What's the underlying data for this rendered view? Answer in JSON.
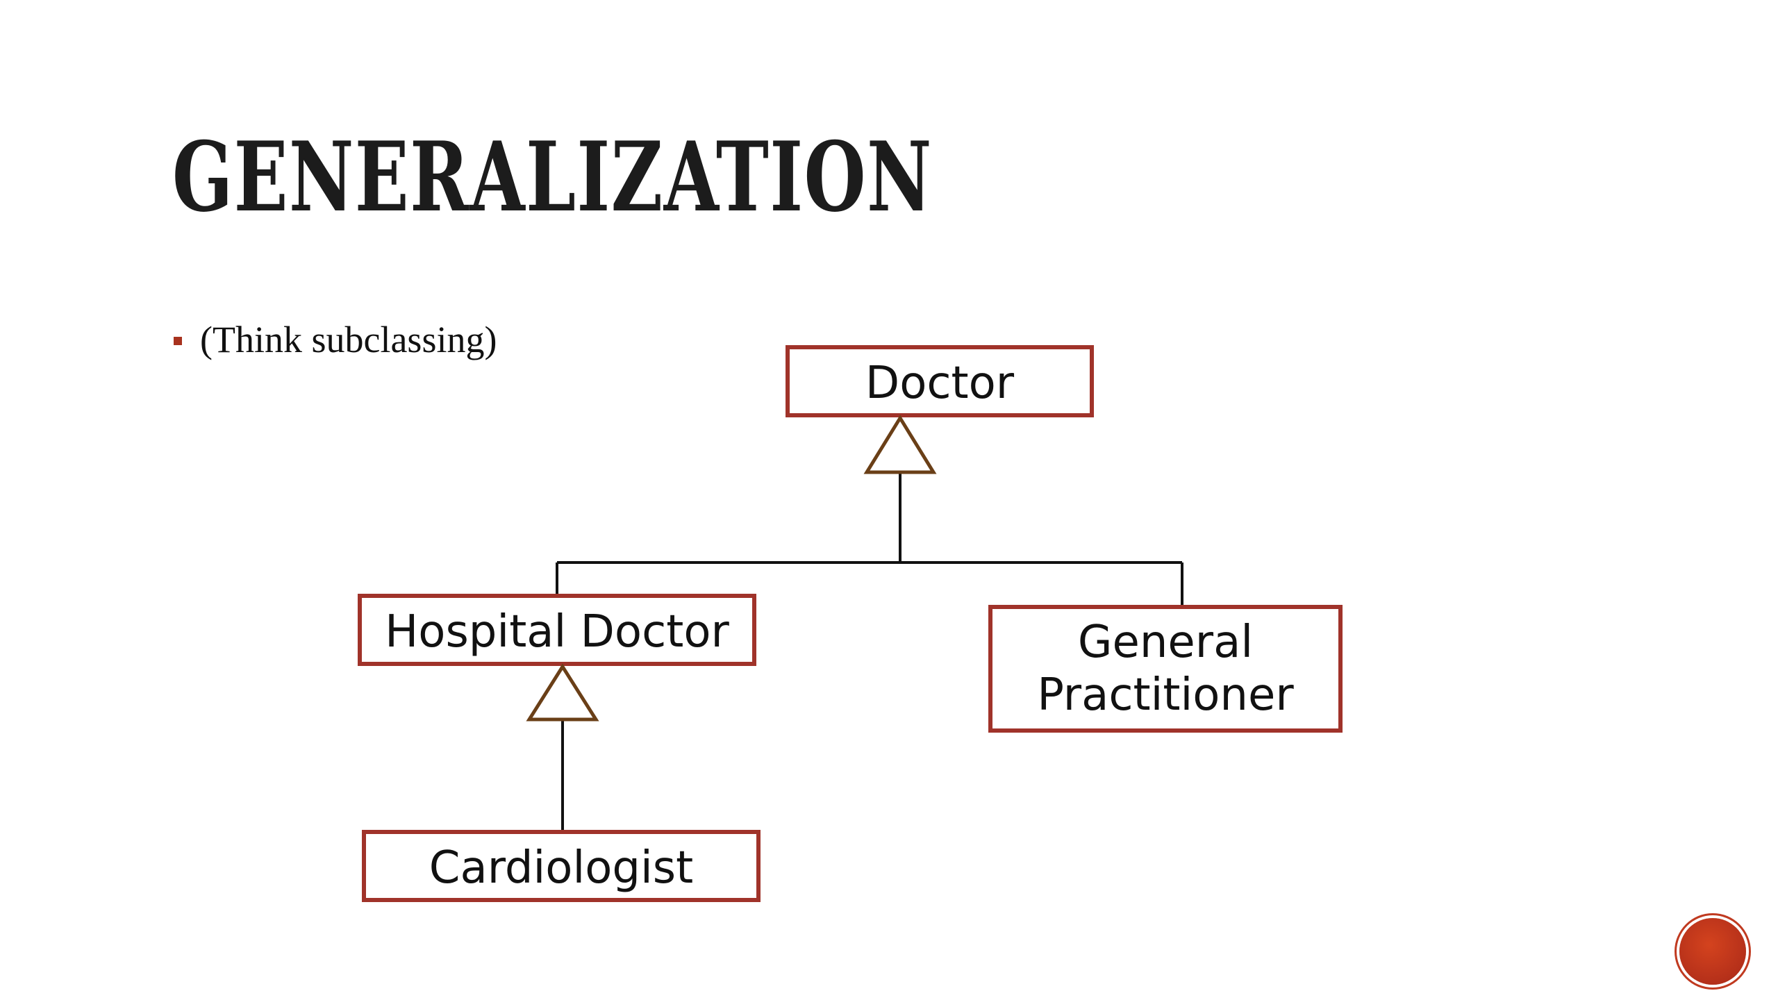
{
  "slide": {
    "title": "GENERALIZATION",
    "bullets": [
      "(Think subclassing)"
    ]
  },
  "diagram": {
    "classes": {
      "doctor": "Doctor",
      "hospital_doctor": "Hospital Doctor",
      "general_practitioner_line1": "General",
      "general_practitioner_line2": "Practitioner",
      "cardiologist": "Cardiologist"
    },
    "relationships": [
      {
        "child": "Hospital Doctor",
        "parent": "Doctor",
        "type": "generalization"
      },
      {
        "child": "General Practitioner",
        "parent": "Doctor",
        "type": "generalization"
      },
      {
        "child": "Cardiologist",
        "parent": "Hospital Doctor",
        "type": "generalization"
      }
    ]
  },
  "colors": {
    "box_border": "#a0332a",
    "bullet": "#a8321e",
    "arrow_outline": "#6a3f17",
    "badge": "#c03a20"
  }
}
